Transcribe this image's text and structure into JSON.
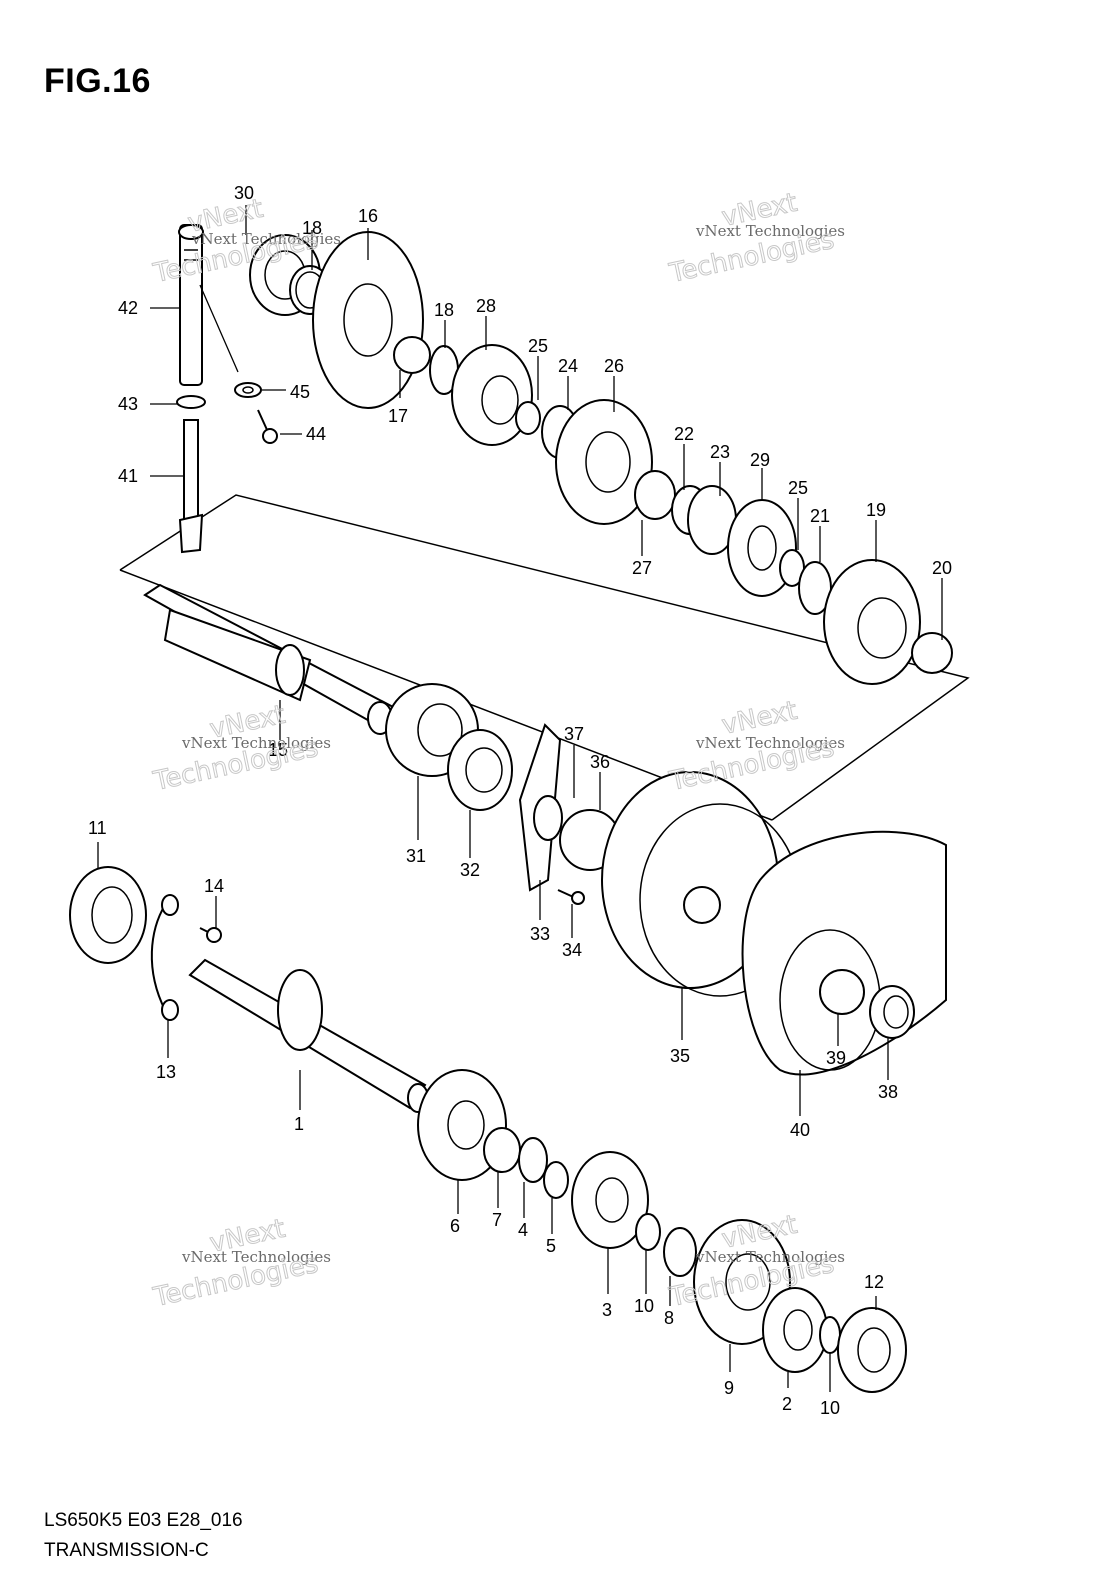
{
  "figure": {
    "title": "FIG.16"
  },
  "footer": {
    "model_code": "LS650K5 E03 E28_016",
    "section": "TRANSMISSION-C"
  },
  "watermark": {
    "line1": "vNext Technologies",
    "line2": "Technologies",
    "line3": "vNext"
  },
  "callouts": {
    "c1": "1",
    "c2": "2",
    "c3": "3",
    "c4": "4",
    "c5": "5",
    "c6": "6",
    "c7": "7",
    "c8": "8",
    "c9": "9",
    "c10a": "10",
    "c10b": "10",
    "c11": "11",
    "c12": "12",
    "c13": "13",
    "c14": "14",
    "c15": "15",
    "c16": "16",
    "c17": "17",
    "c18a": "18",
    "c18b": "18",
    "c19": "19",
    "c20": "20",
    "c21": "21",
    "c22": "22",
    "c23": "23",
    "c24": "24",
    "c25a": "25",
    "c25b": "25",
    "c26": "26",
    "c27": "27",
    "c28": "28",
    "c29": "29",
    "c30": "30",
    "c31": "31",
    "c32": "32",
    "c33": "33",
    "c34": "34",
    "c35": "35",
    "c36": "36",
    "c37": "37",
    "c38": "38",
    "c39": "39",
    "c40": "40",
    "c41": "41",
    "c42": "42",
    "c43": "43",
    "c44": "44",
    "c45": "45"
  }
}
